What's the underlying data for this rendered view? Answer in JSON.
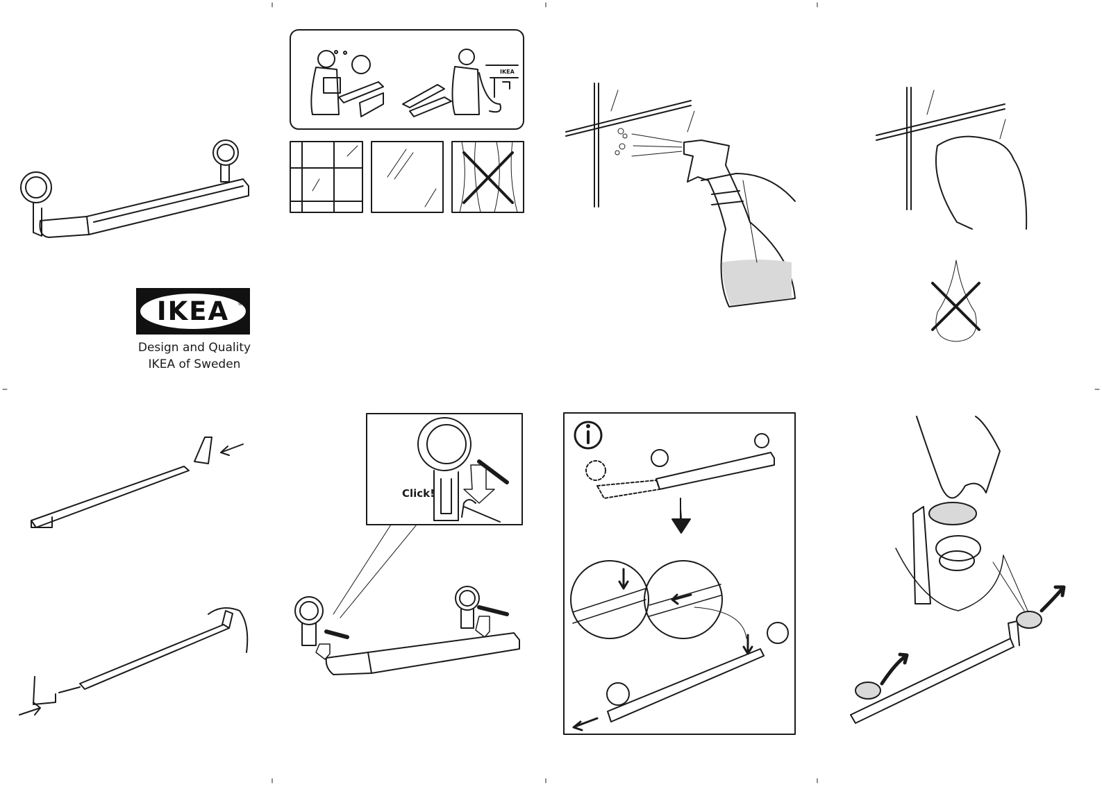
{
  "brand": {
    "logo_text": "IKEA",
    "registered_mark": "®"
  },
  "tagline": {
    "line1": "Design and Quality",
    "line2": "IKEA of Sweden"
  },
  "illustrations": {
    "store_sign": "IKEA",
    "click_label": "Click!",
    "info_icon": "info-icon"
  },
  "colors": {
    "ink": "#1a1a1a",
    "water": "#d9d9d9"
  }
}
